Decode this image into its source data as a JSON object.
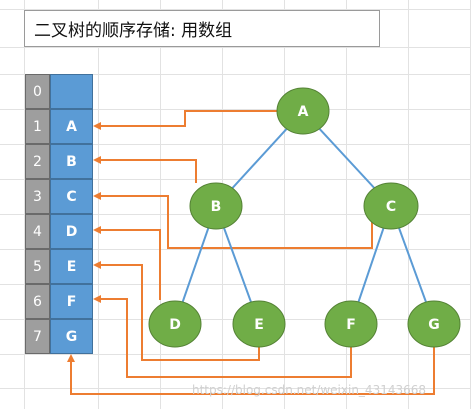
{
  "title": "二叉树的顺序存储: 用数组",
  "array": {
    "indices": [
      "0",
      "1",
      "2",
      "3",
      "4",
      "5",
      "6",
      "7"
    ],
    "values": [
      "",
      "A",
      "B",
      "C",
      "D",
      "E",
      "F",
      "G"
    ]
  },
  "tree": {
    "nodes": [
      "A",
      "B",
      "C",
      "D",
      "E",
      "F",
      "G"
    ]
  },
  "watermark": "https://blog.csdn.net/weixin_43143668",
  "colors": {
    "node": "#70ad47",
    "edge": "#5b9bd5",
    "arrow": "#ed7d31",
    "array_value_cell": "#5b9bd5",
    "array_index_cell": "#9e9e9e"
  }
}
